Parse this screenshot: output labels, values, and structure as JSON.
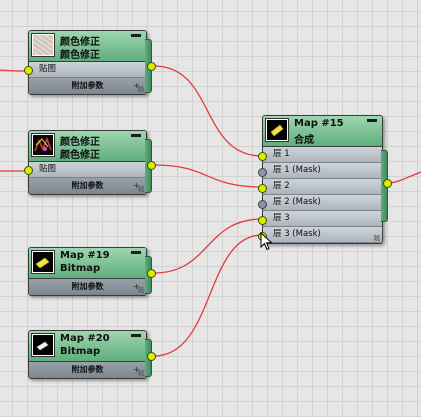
{
  "nodes": {
    "color_correct_1": {
      "title1": "颜色修正",
      "title2": "颜色修正",
      "rows": [
        "贴图",
        "附加参数"
      ]
    },
    "color_correct_2": {
      "title1": "颜色修正",
      "title2": "颜色修正",
      "rows": [
        "贴图",
        "附加参数"
      ]
    },
    "composite": {
      "title1": "Map #15",
      "title2": "合成",
      "layers": [
        "层 1",
        "层 1 (Mask)",
        "层 2",
        "层 2 (Mask)",
        "层 3",
        "层 3 (Mask)"
      ]
    },
    "bitmap_19": {
      "title1": "Map #19",
      "title2": "Bitmap",
      "extra": "附加参数"
    },
    "bitmap_20": {
      "title1": "Map #20",
      "title2": "Bitmap",
      "extra": "附加参数"
    }
  },
  "colors": {
    "header": "#5fae7d",
    "wire": "#e33b3b",
    "socket_connected": "#d8f000",
    "socket_empty": "#8b96a1"
  },
  "icons": {
    "minimize": "minimize-icon",
    "cursor": "mouse-cursor-icon",
    "resize": "resize-grip-icon"
  }
}
